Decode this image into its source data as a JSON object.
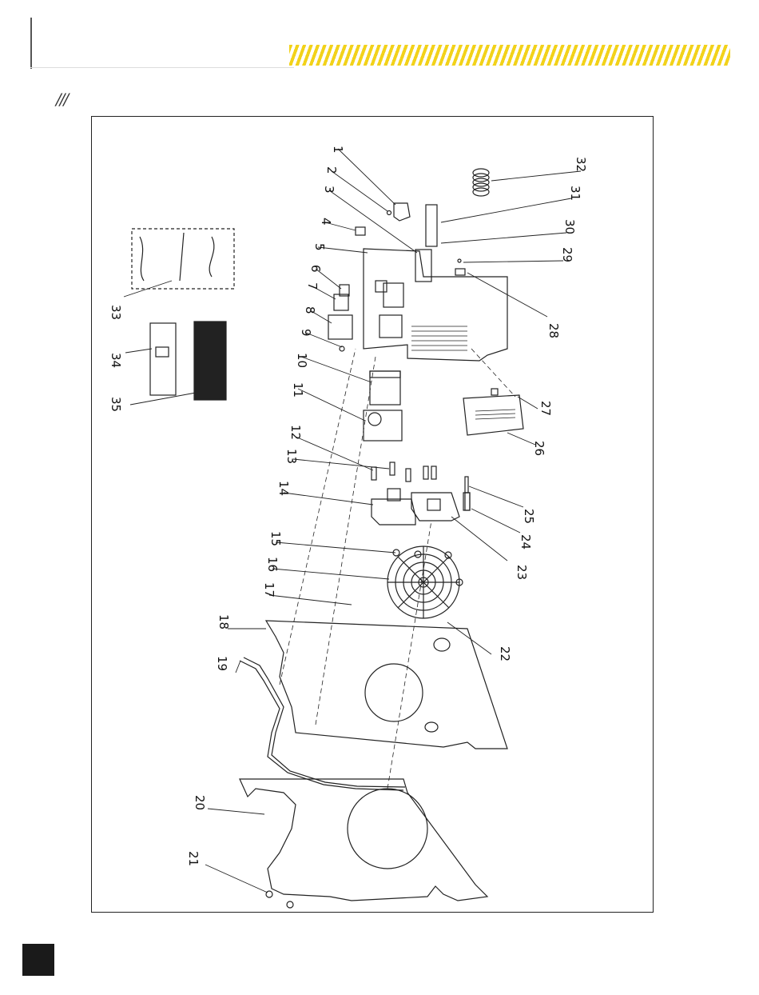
{
  "header": {
    "section_mark": "///"
  },
  "diagram": {
    "part_numbers": [
      "1",
      "2",
      "3",
      "4",
      "5",
      "6",
      "7",
      "8",
      "9",
      "10",
      "11",
      "12",
      "13",
      "14",
      "15",
      "16",
      "17",
      "18",
      "19",
      "20",
      "21",
      "22",
      "23",
      "24",
      "25",
      "26",
      "27",
      "28",
      "29",
      "30",
      "31",
      "32",
      "33",
      "34",
      "35"
    ]
  },
  "colors": {
    "accent": "#f2d21a",
    "ink": "#222222",
    "page_block": "#1a1a1a"
  }
}
